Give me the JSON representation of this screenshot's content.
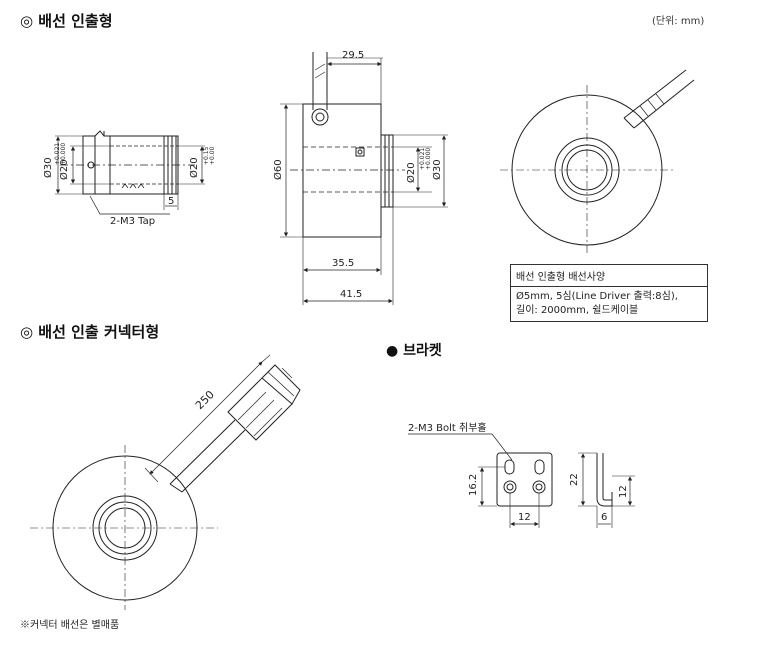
{
  "unit_label": "(단위: mm)",
  "section1": {
    "title": "◎ 배선 인출형"
  },
  "section2": {
    "title": "◎ 배선 인출 커넥터형"
  },
  "bracket": {
    "title": "● 브라켓"
  },
  "spec_box": {
    "header": "배선 인출형 배선사양",
    "line1": "Ø5mm, 5심(Line Driver 출력:8심),",
    "line2": "길이: 2000mm, 쉴드케이블"
  },
  "dims": {
    "shaft_d30": "Ø30",
    "shaft_d20_tol": "Ø20",
    "tol_upper_left": "+0.021",
    "tol_lower_left": "+0.000",
    "bore_d20": "Ø20",
    "tol_upper_right": "+0.15",
    "tol_lower_right": "+0.00",
    "tap": "2-M3 Tap",
    "len5": "5",
    "top_29_5": "29.5",
    "body_d60": "Ø60",
    "side_d20": "Ø20",
    "side_tol_upper": "+0.021",
    "side_tol_lower": "+0.000",
    "side_d30": "Ø30",
    "len35_5": "35.5",
    "len41_5": "41.5",
    "cable250": "250",
    "bolt": "2-M3 Bolt 취부홀",
    "b16_2": "16.2",
    "b12_bottom": "12",
    "b22": "22",
    "b12_side": "12",
    "b6": "6"
  },
  "footnote": "※커넥터 배선은 별매품"
}
